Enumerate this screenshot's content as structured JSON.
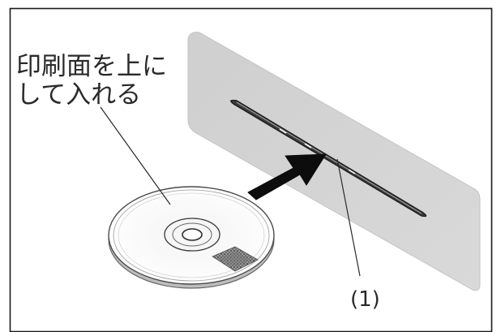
{
  "instruction": {
    "line1": "印刷面を上に",
    "line2": "して入れる"
  },
  "callout": {
    "label": "(1)"
  }
}
